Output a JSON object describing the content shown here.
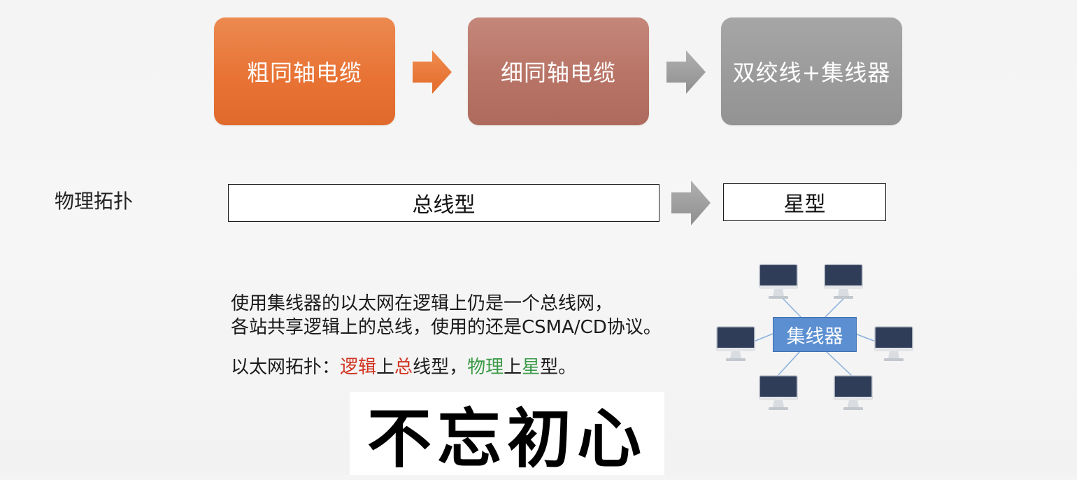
{
  "evolution": {
    "boxes": [
      {
        "label": "粗同轴电缆",
        "color": "#e87335"
      },
      {
        "label": "细同轴电缆",
        "color": "#b87466"
      },
      {
        "label": "双绞线+集线器",
        "color": "#9b9b9b"
      }
    ],
    "arrow_colors": [
      "#e87335",
      "#9b9b9b"
    ]
  },
  "topology": {
    "row_label": "物理拓扑",
    "bus_label": "总线型",
    "star_label": "星型"
  },
  "text": {
    "line1": "使用集线器的以太网在逻辑上仍是一个总线网，",
    "line2": "各站共享逻辑上的总线，使用的还是CSMA/CD协议。",
    "summary": {
      "prefix": "以太网拓扑：",
      "logic": "逻辑",
      "on1": "上",
      "zong": "总",
      "bus_tail": "线型，",
      "physical": "物理",
      "on2": "上",
      "xing": "星",
      "star_tail": "型。"
    },
    "highlight_colors": {
      "red": "#d0321f",
      "green": "#3a9a47"
    }
  },
  "hub_diagram": {
    "hub_label": "集线器",
    "hub_color": "#5b8fd1"
  },
  "stamp": {
    "text": "不忘初心"
  }
}
